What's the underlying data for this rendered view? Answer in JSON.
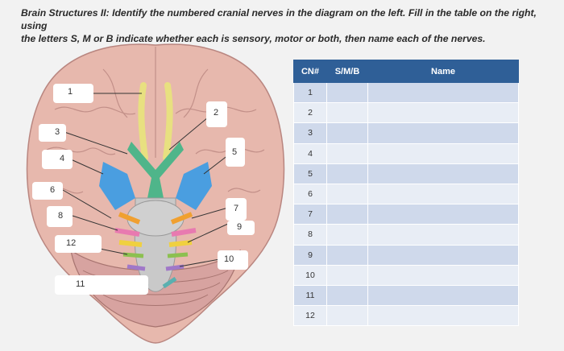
{
  "instructions": {
    "line1": "Brain Structures II: Identify the numbered cranial nerves in the diagram on the left. Fill in the table on the right, using",
    "line2": "the letters S, M or B indicate whether each is sensory, motor or both, then name each of the nerves."
  },
  "diagram": {
    "labels": [
      "1",
      "2",
      "3",
      "4",
      "5",
      "6",
      "7",
      "8",
      "9",
      "10",
      "11",
      "12"
    ]
  },
  "table": {
    "headers": {
      "cn": "CN#",
      "smb": "S/M/B",
      "name": "Name"
    },
    "rows": [
      {
        "cn": "1",
        "smb": "",
        "name": ""
      },
      {
        "cn": "2",
        "smb": "",
        "name": ""
      },
      {
        "cn": "3",
        "smb": "",
        "name": ""
      },
      {
        "cn": "4",
        "smb": "",
        "name": ""
      },
      {
        "cn": "5",
        "smb": "",
        "name": ""
      },
      {
        "cn": "6",
        "smb": "",
        "name": ""
      },
      {
        "cn": "7",
        "smb": "",
        "name": ""
      },
      {
        "cn": "8",
        "smb": "",
        "name": ""
      },
      {
        "cn": "9",
        "smb": "",
        "name": ""
      },
      {
        "cn": "10",
        "smb": "",
        "name": ""
      },
      {
        "cn": "11",
        "smb": "",
        "name": ""
      },
      {
        "cn": "12",
        "smb": "",
        "name": ""
      }
    ]
  },
  "colors": {
    "brain": "#e7b8ad",
    "cerebellum": "#d7a3a0",
    "table_header": "#2f5f97",
    "row_dark": "#cfd9eb",
    "row_light": "#e8edf5"
  }
}
